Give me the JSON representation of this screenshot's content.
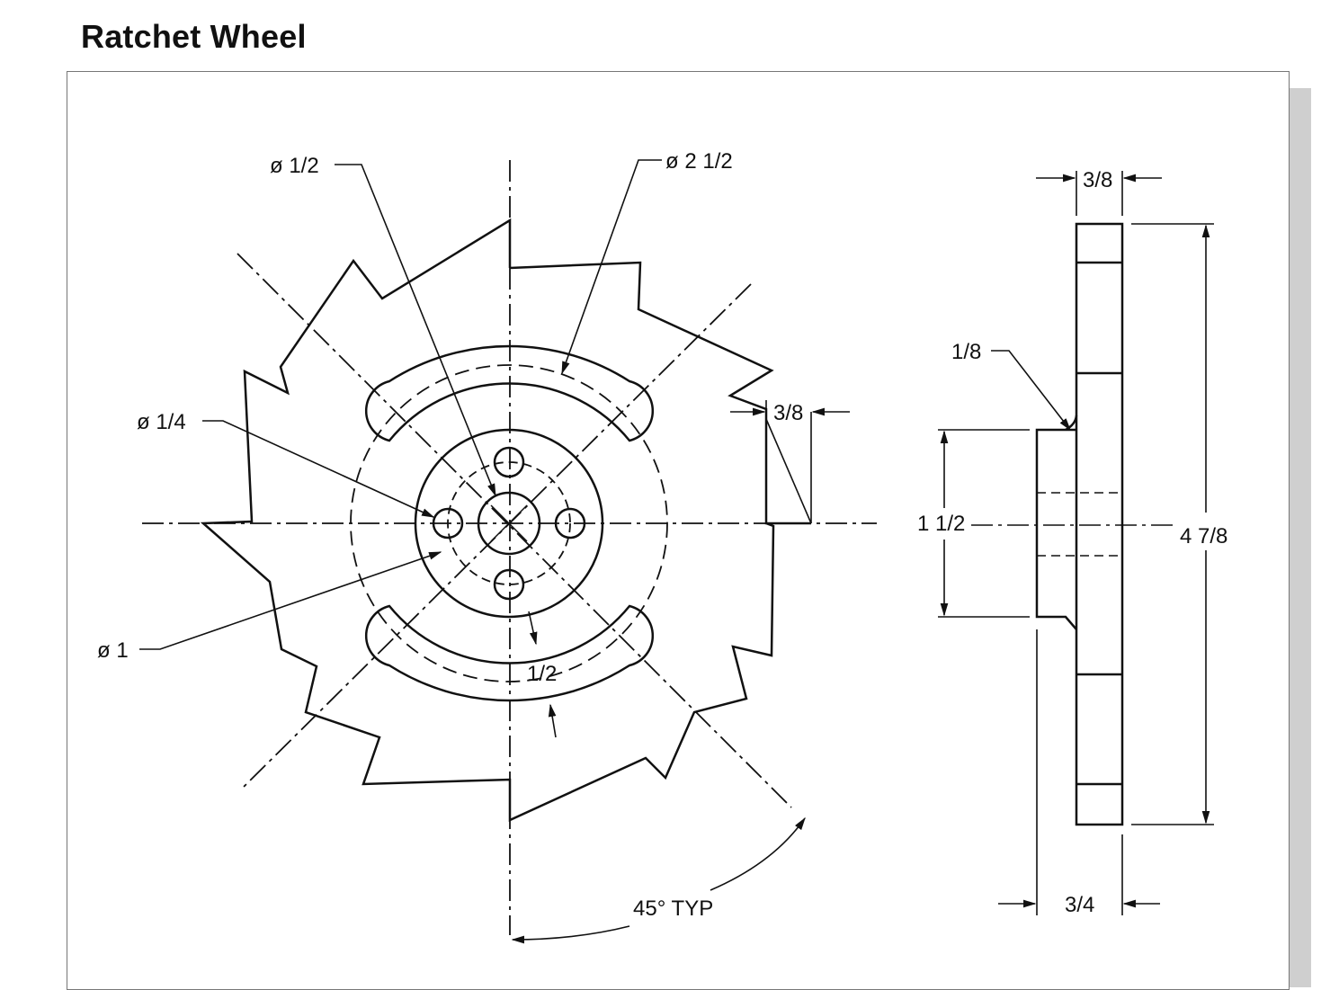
{
  "title": "Ratchet Wheel",
  "labels": {
    "dia_half": "ø 1/2",
    "dia_two_half": "ø 2 1/2",
    "dia_quarter": "ø 1/4",
    "dia_one": "ø 1",
    "three_eighths_front": "3/8",
    "half_slot": "1/2",
    "angle_typ": "45° TYP",
    "three_eighths_side": "3/8",
    "one_eighth": "1/8",
    "one_and_half": "1 1/2",
    "four_seven_eighths": "4 7/8",
    "three_quarter": "3/4"
  },
  "colors": {
    "line": "#111111",
    "frame_shadow": "#cfcfcf"
  }
}
